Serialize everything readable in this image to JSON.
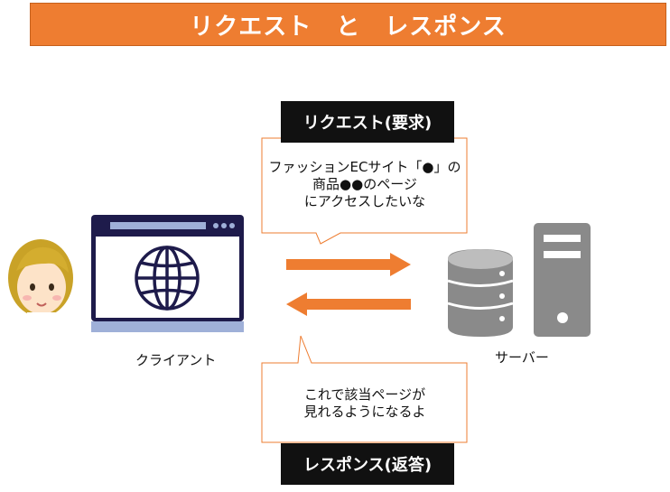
{
  "title": "リクエスト　と　レスポンス",
  "request": {
    "label": "リクエスト(要求)",
    "bubble_lines": [
      "ファッションECサイト「●」の",
      "商品●●のページ",
      "にアクセスしたいな"
    ]
  },
  "response": {
    "label": "レスポンス(返答)",
    "bubble_lines": [
      "これで該当ページが",
      "見れるようになるよ"
    ]
  },
  "client": {
    "caption": "クライアント"
  },
  "server": {
    "caption": "サーバー"
  },
  "colors": {
    "title_bg": "#ee7d31",
    "arrow": "#ee7d31",
    "monitor_frame": "#1e1b4b",
    "monitor_screen": "#9fb0d8",
    "server_gray": "#8a8a8a",
    "bubble_border": "#ee7d31"
  },
  "icons": [
    "person-icon",
    "monitor-icon",
    "globe-icon",
    "database-icon",
    "server-tower-icon"
  ]
}
